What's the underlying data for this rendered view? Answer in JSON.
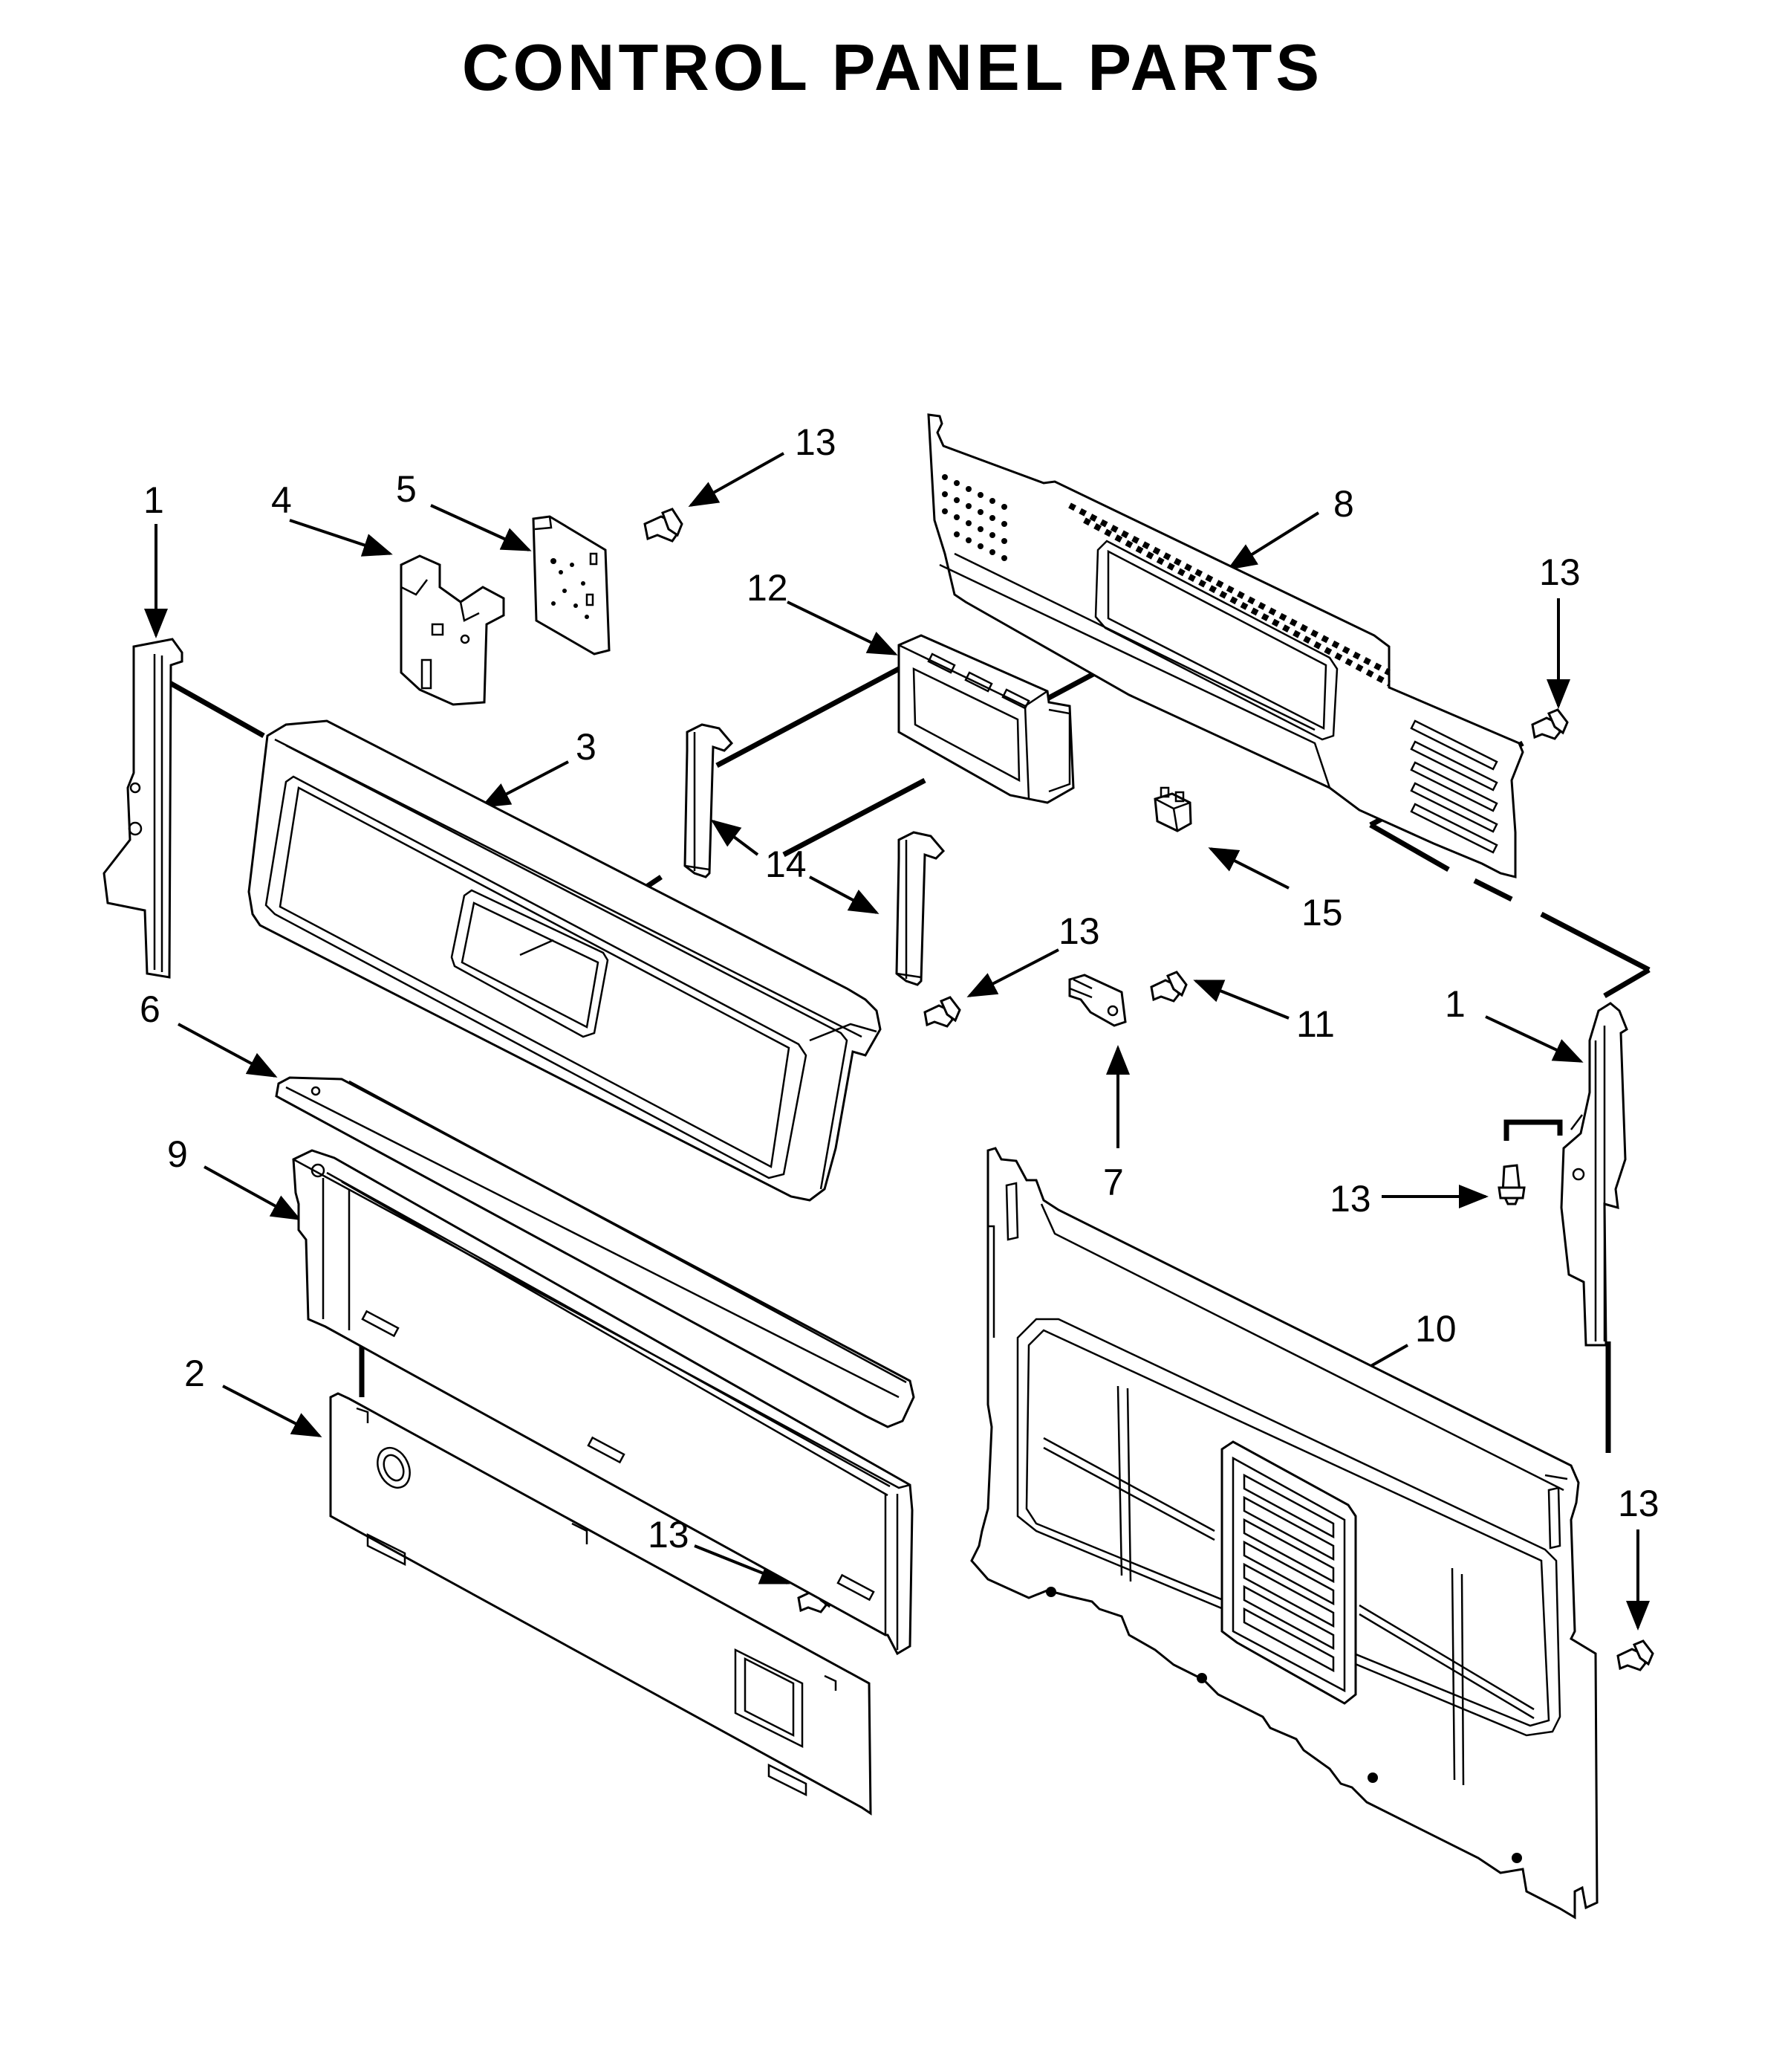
{
  "title": "CONTROL PANEL PARTS",
  "callouts": {
    "c1_left": "1",
    "c4": "4",
    "c5": "5",
    "c13_top": "13",
    "c8": "8",
    "c13_right_top": "13",
    "c12": "12",
    "c3": "3",
    "c14": "14",
    "c15": "15",
    "c13_mid": "13",
    "c6": "6",
    "c11": "11",
    "c1_right": "1",
    "c7": "7",
    "c9": "9",
    "c13_right_mid": "13",
    "c10": "10",
    "c2": "2",
    "c13_bottom": "13",
    "c13_bottom_right": "13"
  }
}
